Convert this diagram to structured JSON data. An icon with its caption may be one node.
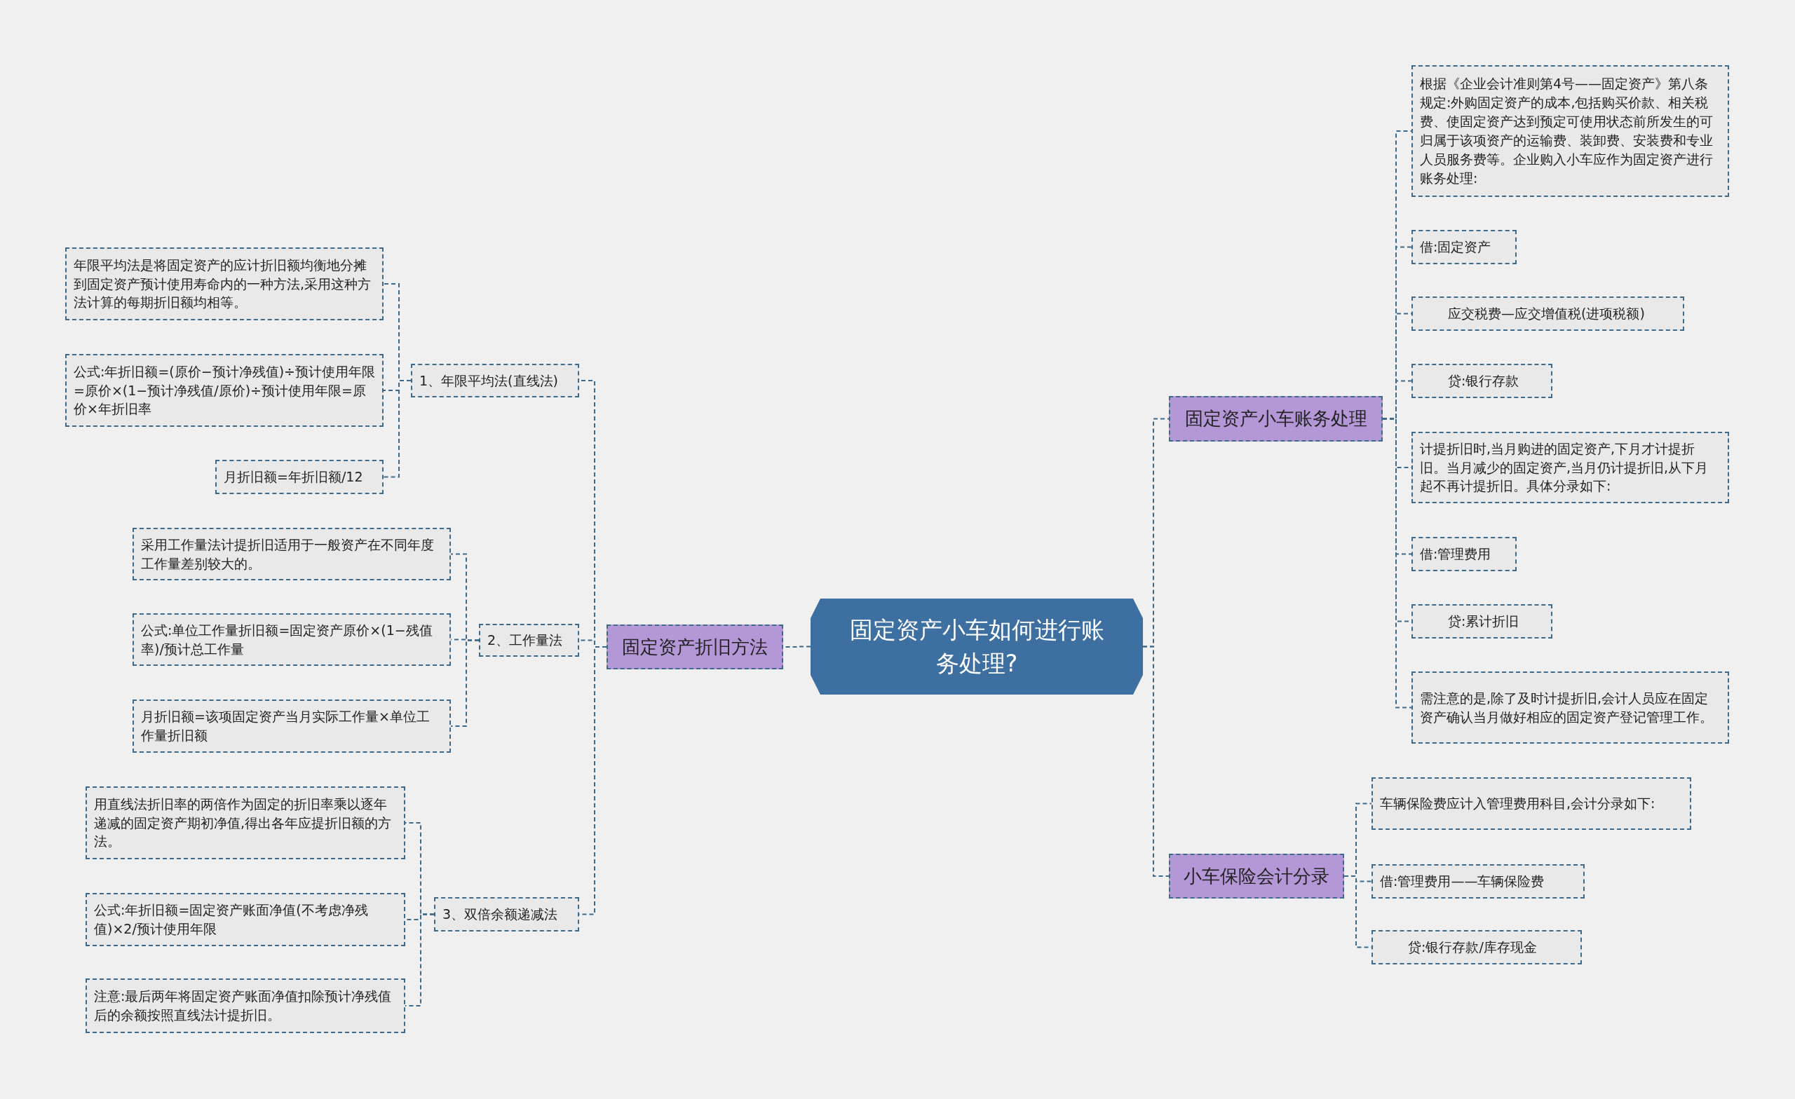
{
  "diagram": {
    "nodes": [
      {
        "text": [
          "固定资产小车如何进行账务处理?"
        ]
      },
      {
        "text": [
          "固定资产折旧方法"
        ]
      },
      {
        "text": [
          "1、年限平均法(直线法)"
        ]
      },
      {
        "text": [
          "年限平均法是将固定资产的应计折旧额均衡地分摊到固定资产预计使用寿命内的一种方法,采用这种方法计算的每期折旧额均相等。"
        ]
      },
      {
        "text": [
          "公式:年折旧额=(原价−预计净残值)÷预计使用年限=原价×(1−预计净残值/原价)÷预计使用年限=原价×年折旧率"
        ]
      },
      {
        "text": [
          "月折旧额=年折旧额/12"
        ]
      },
      {
        "text": [
          "2、工作量法"
        ]
      },
      {
        "text": [
          "采用工作量法计提折旧适用于一般资产在不同年度工作量差别较大的。"
        ]
      },
      {
        "text": [
          "公式:单位工作量折旧额=固定资产原价×(1−残值率)/预计总工作量"
        ]
      },
      {
        "text": [
          "月折旧额=该项固定资产当月实际工作量×单位工作量折旧额"
        ]
      },
      {
        "text": [
          "3、双倍余额递减法"
        ]
      },
      {
        "text": [
          "用直线法折旧率的两倍作为固定的折旧率乘以逐年递减的固定资产期初净值,得出各年应提折旧额的方法。"
        ]
      },
      {
        "text": [
          "公式:年折旧额=固定资产账面净值(不考虑净残值)×2/预计使用年限"
        ]
      },
      {
        "text": [
          "注意:最后两年将固定资产账面净值扣除预计净残值后的余额按照直线法计提折旧。"
        ]
      },
      {
        "text": [
          "固定资产小车账务处理"
        ]
      },
      {
        "text": [
          "根据《企业会计准则第4号——固定资产》第八条规定:外购固定资产的成本,包括购买价款、相关税费、使固定资产达到预定可使用状态前所发生的可归属于该项资产的运输费、装卸费、安装费和专业人员服务费等。企业购入小车应作为固定资产进行账务处理:"
        ]
      },
      {
        "text": [
          "借:固定资产"
        ]
      },
      {
        "text": [
          "应交税费—应交增值税(进项税额)"
        ]
      },
      {
        "text": [
          "贷:银行存款"
        ]
      },
      {
        "text": [
          "计提折旧时,当月购进的固定资产,下月才计提折旧。当月减少的固定资产,当月仍计提折旧,从下月起不再计提折旧。具体分录如下:"
        ]
      },
      {
        "text": [
          "借:管理费用"
        ]
      },
      {
        "text": [
          "贷:累计折旧"
        ]
      },
      {
        "text": [
          "需注意的是,除了及时计提折旧,会计人员应在固定资产确认当月做好相应的固定资产登记管理工作。"
        ]
      },
      {
        "text": [
          "小车保险会计分录"
        ]
      },
      {
        "text": [
          "车辆保险费应计入管理费用科目,会计分录如下:"
        ]
      },
      {
        "text": [
          "借:管理费用——车辆保险费"
        ]
      },
      {
        "text": [
          "贷:银行存款/库存现金"
        ]
      }
    ],
    "edges": [
      {
        "from": 0,
        "to": 1,
        "arrow": "none"
      },
      {
        "from": 1,
        "to": 2,
        "arrow": "none"
      },
      {
        "from": 2,
        "to": 3,
        "arrow": "none"
      },
      {
        "from": 2,
        "to": 4,
        "arrow": "none"
      },
      {
        "from": 2,
        "to": 5,
        "arrow": "none"
      },
      {
        "from": 1,
        "to": 6,
        "arrow": "none"
      },
      {
        "from": 6,
        "to": 7,
        "arrow": "none"
      },
      {
        "from": 6,
        "to": 8,
        "arrow": "none"
      },
      {
        "from": 6,
        "to": 9,
        "arrow": "none"
      },
      {
        "from": 1,
        "to": 10,
        "arrow": "none"
      },
      {
        "from": 10,
        "to": 11,
        "arrow": "none"
      },
      {
        "from": 10,
        "to": 12,
        "arrow": "none"
      },
      {
        "from": 10,
        "to": 13,
        "arrow": "none"
      },
      {
        "from": 0,
        "to": 14,
        "arrow": "none"
      },
      {
        "from": 14,
        "to": 15,
        "arrow": "none"
      },
      {
        "from": 14,
        "to": 16,
        "arrow": "none"
      },
      {
        "from": 14,
        "to": 17,
        "arrow": "none"
      },
      {
        "from": 14,
        "to": 18,
        "arrow": "none"
      },
      {
        "from": 14,
        "to": 19,
        "arrow": "none"
      },
      {
        "from": 14,
        "to": 20,
        "arrow": "none"
      },
      {
        "from": 14,
        "to": 21,
        "arrow": "none"
      },
      {
        "from": 14,
        "to": 22,
        "arrow": "none"
      },
      {
        "from": 0,
        "to": 23,
        "arrow": "none"
      },
      {
        "from": 23,
        "to": 24,
        "arrow": "none"
      },
      {
        "from": 23,
        "to": 25,
        "arrow": "none"
      },
      {
        "from": 23,
        "to": 26,
        "arrow": "none"
      }
    ]
  }
}
